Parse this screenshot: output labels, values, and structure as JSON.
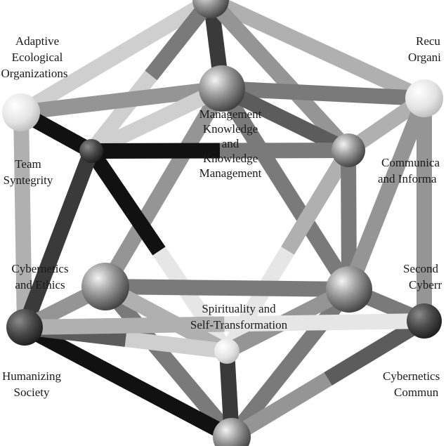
{
  "colors": {
    "background": "#ffffff",
    "text": "#1a1a1a",
    "strut_shades": [
      "#111111",
      "#3a3a3a",
      "#5c5c5c",
      "#7a7a7a",
      "#959595",
      "#b0b0b0",
      "#cfcfcf",
      "#e6e6e6"
    ]
  },
  "labels": {
    "adaptive": [
      "Adaptive",
      "Ecological",
      "Organizations"
    ],
    "recursive": [
      "Recu",
      "Organi"
    ],
    "team": [
      "Team",
      "Syntegrity"
    ],
    "management": [
      "Management",
      "Knowledge",
      "and",
      "Knowledge",
      "Management"
    ],
    "communication": [
      "Communica",
      "and Informa"
    ],
    "ethics": [
      "Cybernetics",
      "and Ethics"
    ],
    "second": [
      "Second",
      "Cyberr"
    ],
    "spirituality": [
      "Spirituality and",
      "Self-Transformation"
    ],
    "humanizing": [
      "Humanizing",
      "Society"
    ],
    "community": [
      "Cybernetics",
      "Commun"
    ]
  }
}
